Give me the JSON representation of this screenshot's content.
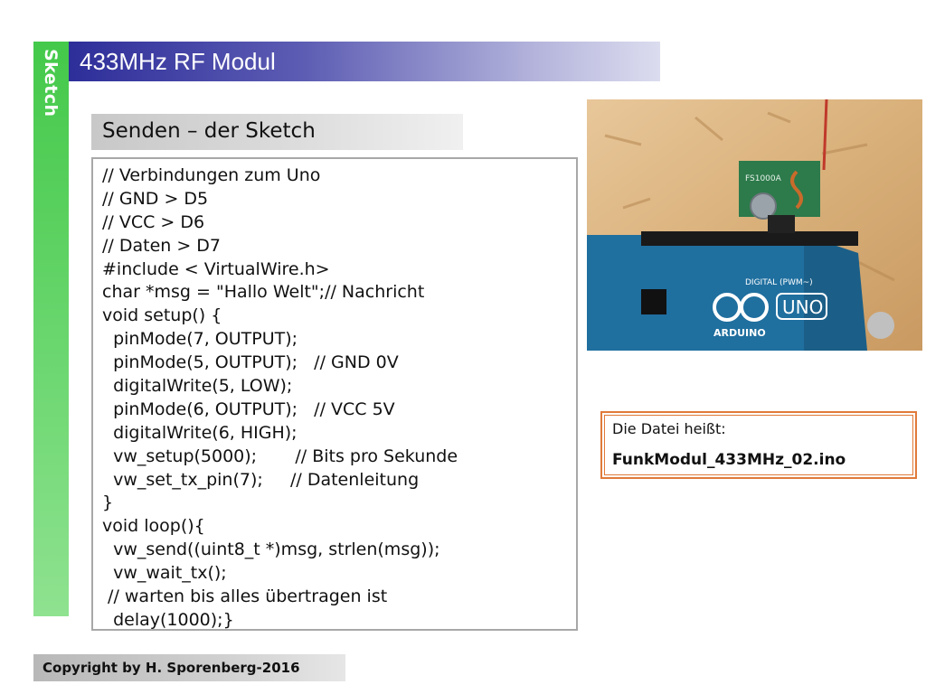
{
  "section_label": "Sketch",
  "title": "433MHz RF Modul",
  "subtitle": "Senden – der Sketch",
  "code_lines": [
    "// Verbindungen zum Uno",
    "// GND > D5",
    "// VCC > D6",
    "// Daten > D7",
    "#include < VirtualWire.h>",
    "char *msg = \"Hallo Welt\";// Nachricht",
    "void setup() {",
    "  pinMode(7, OUTPUT);",
    "  pinMode(5, OUTPUT);   // GND 0V",
    "  digitalWrite(5, LOW);",
    "  pinMode(6, OUTPUT);   // VCC 5V",
    "  digitalWrite(6, HIGH);",
    "  vw_setup(5000);       // Bits pro Sekunde",
    "  vw_set_tx_pin(7);     // Datenleitung",
    "}",
    "void loop(){",
    "  vw_send((uint8_t *)msg, strlen(msg));",
    "  vw_wait_tx();",
    " // warten bis alles übertragen ist",
    "  delay(1000);}"
  ],
  "photo": {
    "module_label": "FS1000A",
    "board_text": "UNO",
    "board_brand": "ARDUINO",
    "header_text": "DIGITAL (PWM~)"
  },
  "info": {
    "label": "Die Datei heißt:",
    "filename": "FunkModul_433MHz_02.ino"
  },
  "copyright": "Copyright by H. Sporenberg-2016",
  "colors": {
    "side_bar": "#44c94a",
    "title_bar": "#2e2e9a",
    "info_border": "#e07a3a",
    "board_blue": "#1f6f9f"
  }
}
